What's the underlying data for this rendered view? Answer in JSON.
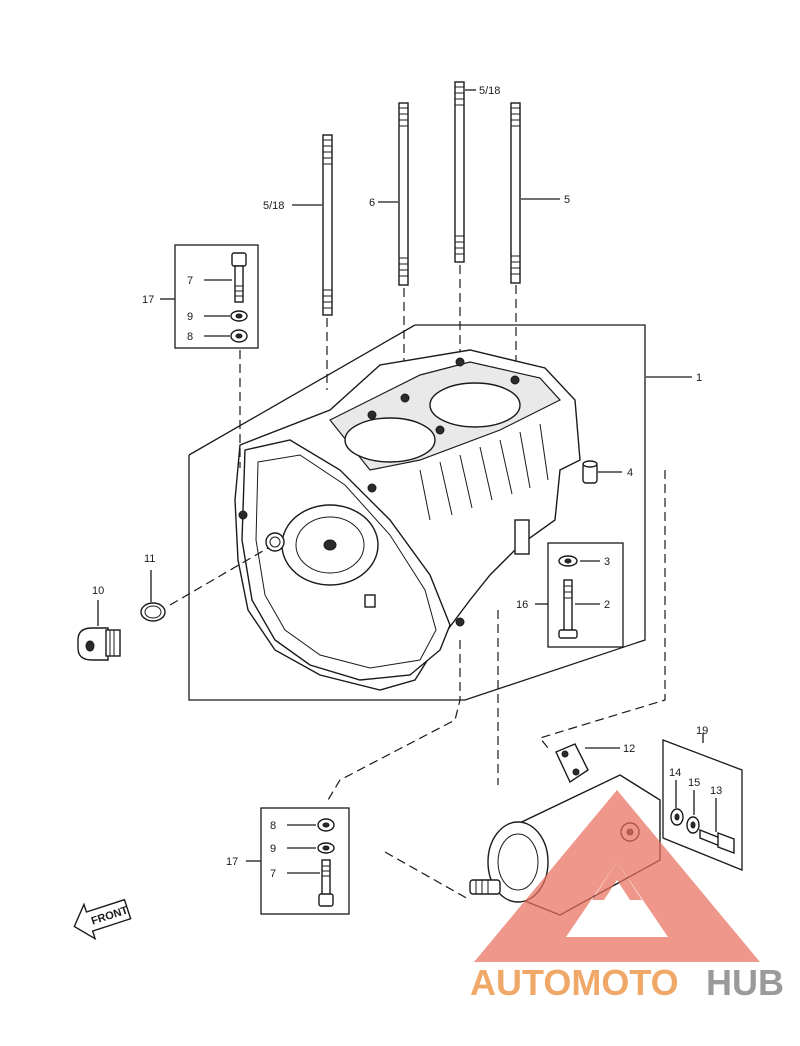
{
  "callouts": {
    "c1": "1",
    "c2": "2",
    "c3": "3",
    "c4": "4",
    "c5": "5",
    "c6": "6",
    "c5_18_left": "5/18",
    "c5_18_top": "5/18",
    "c7_top": "7",
    "c9_top": "9",
    "c8_top": "8",
    "c17_top": "17",
    "c10": "10",
    "c11": "11",
    "c12": "12",
    "c13": "13",
    "c14": "14",
    "c15": "15",
    "c16": "16",
    "c19": "19",
    "c8_bottom": "8",
    "c9_bottom": "9",
    "c7_bottom": "7",
    "c17_bottom": "17"
  },
  "front_arrow": {
    "label": "FRONT"
  },
  "watermark": {
    "part1": "AUTOMOTO",
    "part2": "HUB",
    "color1": "#f0a868",
    "color2": "#9a9a9a",
    "logo_color": "#e8705e"
  },
  "colors": {
    "ink": "#1a1a1a"
  }
}
